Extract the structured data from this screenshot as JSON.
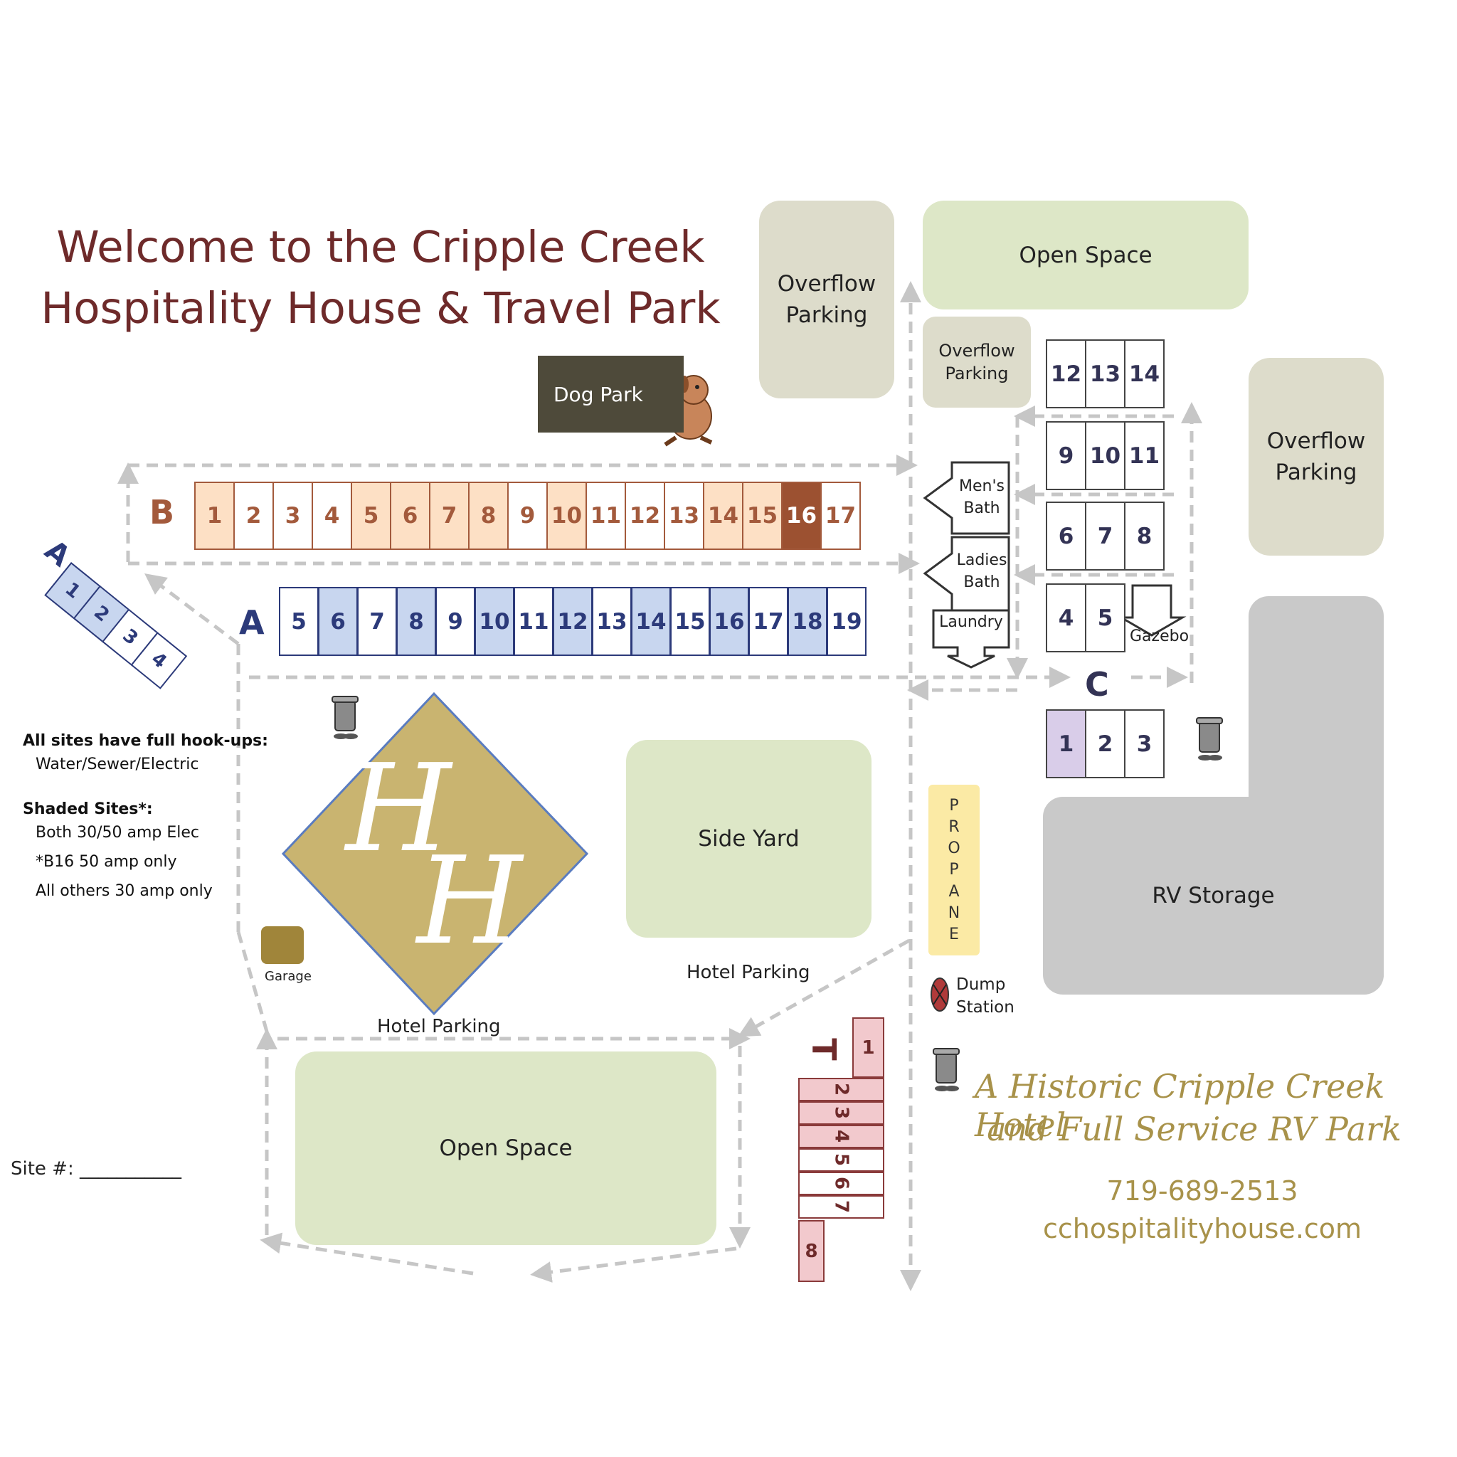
{
  "title": {
    "line1": "Welcome to the Cripple Creek",
    "line2": "Hospitality House & Travel Park"
  },
  "areas": {
    "overflow_top": "Overflow Parking",
    "overflow_mid": "Overflow Parking",
    "overflow_right": "Overflow Parking",
    "open_space_top": "Open Space",
    "open_space_bottom": "Open Space",
    "side_yard": "Side Yard",
    "rv_storage": "RV Storage",
    "dog_park": "Dog Park",
    "mens_bath": "Men's Bath",
    "ladies_bath": "Ladies Bath",
    "laundry": "Laundry",
    "gazebo": "Gazebo",
    "garage": "Garage",
    "hotel_parking_1": "Hotel Parking",
    "hotel_parking_2": "Hotel Parking",
    "propane": [
      "P",
      "R",
      "O",
      "P",
      "A",
      "N",
      "E"
    ],
    "dump_station": "Dump Station"
  },
  "rows": {
    "B": {
      "letter": "B",
      "sites": [
        {
          "n": "1",
          "s": "shaded"
        },
        {
          "n": "2",
          "s": "plain"
        },
        {
          "n": "3",
          "s": "plain"
        },
        {
          "n": "4",
          "s": "plain"
        },
        {
          "n": "5",
          "s": "shaded"
        },
        {
          "n": "6",
          "s": "shaded"
        },
        {
          "n": "7",
          "s": "shaded"
        },
        {
          "n": "8",
          "s": "shaded"
        },
        {
          "n": "9",
          "s": "plain"
        },
        {
          "n": "10",
          "s": "shaded"
        },
        {
          "n": "11",
          "s": "plain"
        },
        {
          "n": "12",
          "s": "plain"
        },
        {
          "n": "13",
          "s": "plain"
        },
        {
          "n": "14",
          "s": "shaded"
        },
        {
          "n": "15",
          "s": "shaded"
        },
        {
          "n": "16",
          "s": "special"
        },
        {
          "n": "17",
          "s": "plain"
        }
      ]
    },
    "A": {
      "letter": "A",
      "sites": [
        {
          "n": "5",
          "s": "plain"
        },
        {
          "n": "6",
          "s": "shaded"
        },
        {
          "n": "7",
          "s": "plain"
        },
        {
          "n": "8",
          "s": "shaded"
        },
        {
          "n": "9",
          "s": "plain"
        },
        {
          "n": "10",
          "s": "shaded"
        },
        {
          "n": "11",
          "s": "plain"
        },
        {
          "n": "12",
          "s": "shaded"
        },
        {
          "n": "13",
          "s": "plain"
        },
        {
          "n": "14",
          "s": "shaded"
        },
        {
          "n": "15",
          "s": "plain"
        },
        {
          "n": "16",
          "s": "shaded"
        },
        {
          "n": "17",
          "s": "plain"
        },
        {
          "n": "18",
          "s": "shaded"
        },
        {
          "n": "19",
          "s": "plain"
        }
      ]
    },
    "A_diag": {
      "letter": "A",
      "sites": [
        {
          "n": "1",
          "s": "shaded"
        },
        {
          "n": "2",
          "s": "shaded"
        },
        {
          "n": "3",
          "s": "plain"
        },
        {
          "n": "4",
          "s": "plain"
        }
      ]
    },
    "C": {
      "letter": "C",
      "block_12_14": [
        {
          "n": "12",
          "s": "plain"
        },
        {
          "n": "13",
          "s": "plain"
        },
        {
          "n": "14",
          "s": "plain"
        }
      ],
      "block_9_11": [
        {
          "n": "9",
          "s": "plain"
        },
        {
          "n": "10",
          "s": "plain"
        },
        {
          "n": "11",
          "s": "plain"
        }
      ],
      "block_6_8": [
        {
          "n": "6",
          "s": "plain"
        },
        {
          "n": "7",
          "s": "plain"
        },
        {
          "n": "8",
          "s": "plain"
        }
      ],
      "block_4_5": [
        {
          "n": "4",
          "s": "plain"
        },
        {
          "n": "5",
          "s": "plain"
        }
      ],
      "block_1_3": [
        {
          "n": "1",
          "s": "shaded"
        },
        {
          "n": "2",
          "s": "plain"
        },
        {
          "n": "3",
          "s": "plain"
        }
      ]
    },
    "T": {
      "letter": "T",
      "sites": [
        {
          "n": "1",
          "s": "shaded"
        },
        {
          "n": "2",
          "s": "shaded"
        },
        {
          "n": "3",
          "s": "shaded"
        },
        {
          "n": "4",
          "s": "shaded"
        },
        {
          "n": "5",
          "s": "plain"
        },
        {
          "n": "6",
          "s": "plain"
        },
        {
          "n": "7",
          "s": "plain"
        },
        {
          "n": "8",
          "s": "shaded"
        }
      ]
    }
  },
  "legend": {
    "hookups_heading": "All sites have full hook-ups:",
    "hookups_text": "Water/Sewer/Electric",
    "shaded_heading": "Shaded Sites*:",
    "shaded_lines": [
      "Both 30/50 amp Elec",
      "*B16 50 amp only",
      "All others 30 amp only"
    ]
  },
  "site_field": "Site #: ___________",
  "tagline": {
    "line1": "A Historic Cripple Creek Hotel",
    "line2": "and Full Service RV Park"
  },
  "phone": "719-689-2513",
  "website": "cchospitalityhouse.com",
  "logo_letters": "H H",
  "colors": {
    "B_shaded": "#fde0c5",
    "B_text": "#a35a3c",
    "B_special": "#9c5131",
    "A_shaded": "#c8d6ef",
    "A_text": "#2c3a7a",
    "C_shaded": "#d9cde9",
    "C_text": "#333355",
    "T_shaded": "#f2c9cd",
    "T_text": "#6e2a2a",
    "title": "#6e2a2a",
    "tag": "#a8924a",
    "logo": "#c9b470"
  },
  "icons": [
    "dog-icon",
    "trash-can-icon",
    "dump-station-icon",
    "hotel-logo"
  ]
}
